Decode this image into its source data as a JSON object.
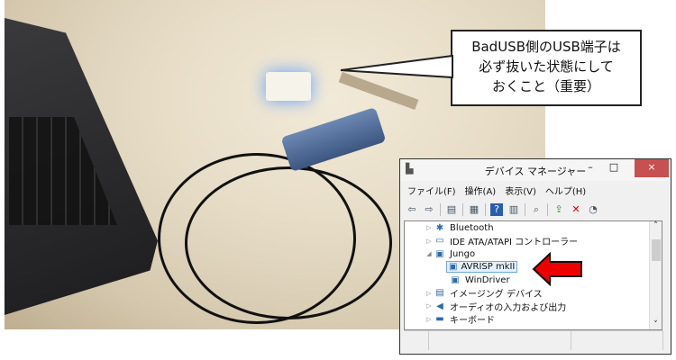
{
  "callout": {
    "lines": [
      "BadUSB側のUSB端子は",
      "必ず抜いた状態にして",
      "おくこと（重要）"
    ]
  },
  "window": {
    "title": "デバイス マネージャー",
    "controls": {
      "minimize": "–",
      "maximize": "□",
      "close": "×"
    },
    "menu": [
      "ファイル(F)",
      "操作(A)",
      "表示(V)",
      "ヘルプ(H)"
    ],
    "tree": [
      {
        "label": "Bluetooth",
        "expander": "▷",
        "icon": "bluetooth-icon",
        "glyph": "✱"
      },
      {
        "label": "IDE ATA/ATAPI コントローラー",
        "expander": "▷",
        "icon": "ide-controller-icon",
        "glyph": "▭"
      },
      {
        "label": "Jungo",
        "expander": "◢",
        "icon": "jungo-icon",
        "glyph": "▣"
      },
      {
        "label": "AVRISP mkII",
        "icon": "device-icon",
        "glyph": "▣",
        "selected": true
      },
      {
        "label": "WinDriver",
        "icon": "device-icon",
        "glyph": "▣"
      },
      {
        "label": "イメージング デバイス",
        "expander": "▷",
        "icon": "imaging-icon",
        "glyph": "▤"
      },
      {
        "label": "オーディオの入力および出力",
        "expander": "▷",
        "icon": "speaker-icon",
        "glyph": "◀"
      },
      {
        "label": "キーボード",
        "expander": "▷",
        "icon": "keyboard-icon",
        "glyph": "▬"
      }
    ],
    "scroll": {
      "up": "˄",
      "down": "˅"
    }
  },
  "colors": {
    "arrow": "#ee0000",
    "close": "#c75050",
    "selection": "#e5f1fb"
  }
}
